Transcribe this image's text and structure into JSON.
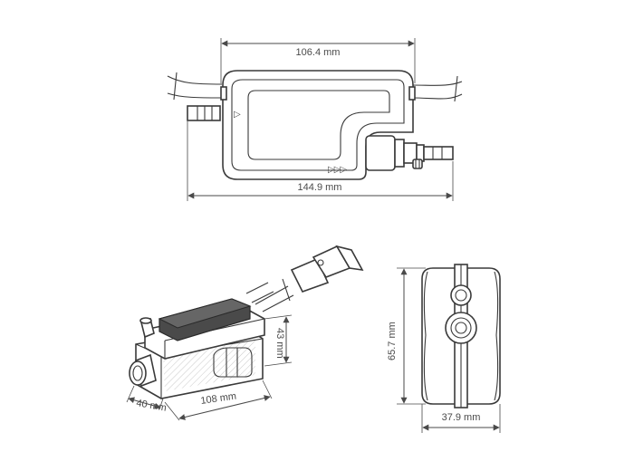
{
  "dimensions": {
    "top_width_inner": "106.4 mm",
    "top_width_outer": "144.9 mm",
    "pump_height": "43 mm",
    "pump_depth": "40 mm",
    "pump_length": "108 mm",
    "side_height": "65.7 mm",
    "side_width": "37.9 mm"
  },
  "flow_symbols": {
    "single": "▷",
    "triple": "▷▷▷"
  },
  "colors": {
    "line": "#3a3a3a",
    "dimension": "#4a4a4a",
    "fill_gray": "#d8d8d8"
  }
}
